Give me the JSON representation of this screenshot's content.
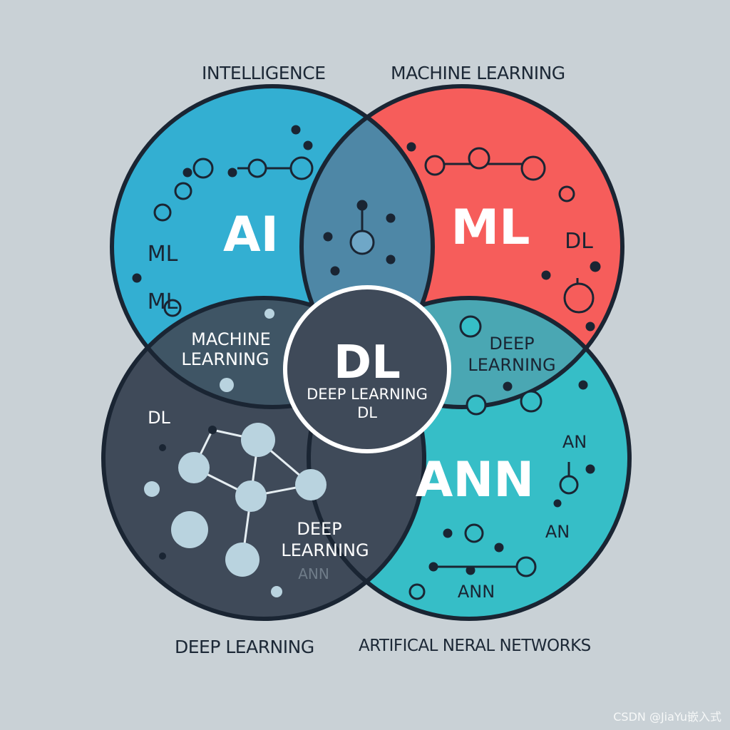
{
  "corner_labels": {
    "top_left": "INTELLIGENCE",
    "top_right": "MACHINE LEARNING",
    "bottom_left": "DEEP LEARNING",
    "bottom_right": "ARTIFICAL NERAL NETWORKS"
  },
  "circles": {
    "ai": {
      "title": "AI",
      "labels": [
        "ML",
        "ML"
      ],
      "color": "#33afd2"
    },
    "ml": {
      "title": "ML",
      "labels": [
        "DL"
      ],
      "color": "#f65d5b"
    },
    "dl": {
      "labels": [
        "MACHINE",
        "LEARNING",
        "DL",
        "DEEP",
        "LEARNING",
        "ANN"
      ],
      "color": "#3f4a59"
    },
    "ann": {
      "title": "ANN",
      "labels": [
        "DEEP",
        "LEARNING",
        "AN",
        "AN",
        "ANN"
      ],
      "color": "#36bec7"
    }
  },
  "center": {
    "title": "DL",
    "line1": "DEEP LEARNING",
    "line2": "DL",
    "color": "#3f4a59"
  },
  "outline_color": "#1a2533",
  "watermark": "CSDN @JiaYu嵌入式"
}
